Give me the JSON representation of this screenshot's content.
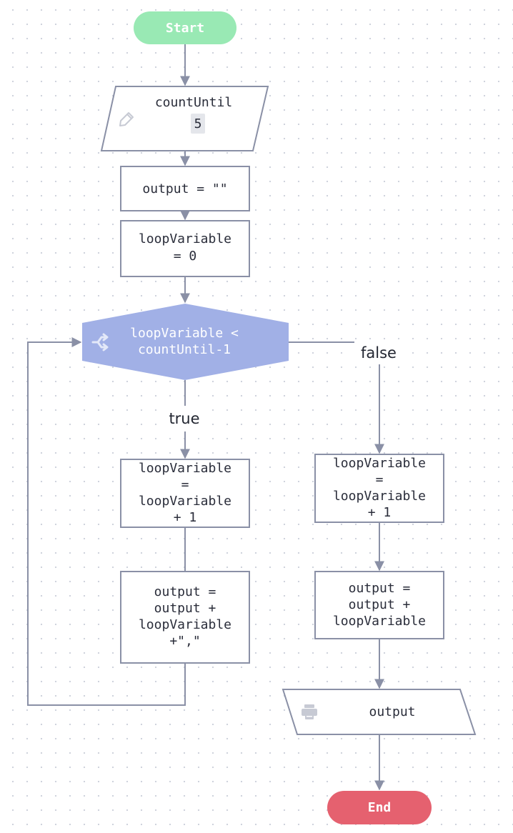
{
  "nodes": {
    "start": {
      "label": "Start"
    },
    "input": {
      "variable": "countUntil",
      "value": "5"
    },
    "init_output": {
      "label": "output = \"\""
    },
    "init_loop": {
      "line1": "loopVariable",
      "line2": "= 0"
    },
    "decision": {
      "line1": "loopVariable <",
      "line2": "countUntil-1"
    },
    "true_increment": {
      "line1": "loopVariable",
      "line2": "=",
      "line3": "loopVariable",
      "line4": "+ 1"
    },
    "true_append": {
      "line1": "output =",
      "line2": "output +",
      "line3": "loopVariable",
      "line4": "+\",\""
    },
    "false_increment": {
      "line1": "loopVariable",
      "line2": "=",
      "line3": "loopVariable",
      "line4": "+ 1"
    },
    "false_append": {
      "line1": "output =",
      "line2": "output +",
      "line3": "loopVariable"
    },
    "output": {
      "label": "output"
    },
    "end": {
      "label": "End"
    }
  },
  "edge_labels": {
    "true": "true",
    "false": "false"
  },
  "icons": {
    "input": "pencil-icon",
    "decision": "branch-icon",
    "output": "printer-icon"
  },
  "colors": {
    "start": "#99e9b4",
    "end": "#e5616f",
    "decision": "#a1b0e6",
    "edge": "#8a90a6"
  }
}
